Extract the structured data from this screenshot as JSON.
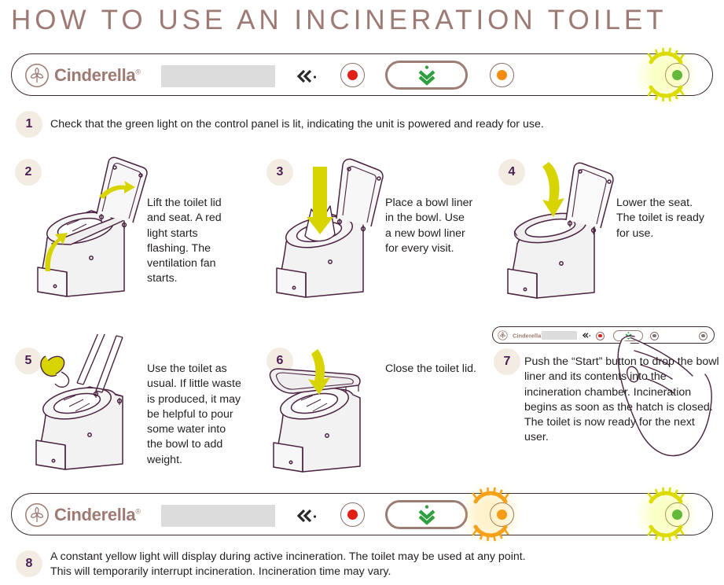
{
  "title": "HOW TO USE AN INCINERATION TOILET",
  "brand": {
    "name": "Cinderella",
    "registered": "®",
    "logo_icon": "leaf-circle-logo-icon"
  },
  "colors": {
    "title": "#9d7b74",
    "brand_text": "#9d7b74",
    "panel_border": "#3b2a2a",
    "display_fill": "#dcdcdc",
    "led_ring": "#8a6f68",
    "led_red": "#e01f15",
    "led_orange": "#f28c0f",
    "led_green": "#2e9e3e",
    "glow_yellow": "#dcdc00",
    "glow_orange": "#f5a11a",
    "badge_bg": "#f2ece2",
    "badge_text": "#4b1d52",
    "arrow_yellow": "#d8d400",
    "line_art": "#4b2340",
    "body_text": "#231f20",
    "start_chevron": "#2e9e3e"
  },
  "panel_top": {
    "name": "control-panel-top",
    "leds": [
      {
        "id": "red-indicator",
        "color": "#e01f15",
        "glow": false
      },
      {
        "id": "orange-indicator",
        "color": "#f28c0f",
        "glow": false
      },
      {
        "id": "green-indicator",
        "color": "#2e9e3e",
        "glow": true,
        "glow_color": "#dcdc00"
      }
    ],
    "start_button": {
      "id": "start-button",
      "icon": "double-chevron-down-icon"
    },
    "back_button": {
      "id": "back-button",
      "icon": "double-chevron-left-icon"
    },
    "display": {
      "id": "panel-display",
      "value": ""
    }
  },
  "panel_bottom": {
    "name": "control-panel-bottom",
    "leds": [
      {
        "id": "red-indicator",
        "color": "#e01f15",
        "glow": false
      },
      {
        "id": "orange-indicator",
        "color": "#f28c0f",
        "glow": true,
        "glow_color": "#f5a11a"
      },
      {
        "id": "green-indicator",
        "color": "#2e9e3e",
        "glow": true,
        "glow_color": "#dcdc00"
      }
    ],
    "start_button": {
      "id": "start-button",
      "icon": "double-chevron-down-icon"
    },
    "back_button": {
      "id": "back-button",
      "icon": "double-chevron-left-icon"
    },
    "display": {
      "id": "panel-display",
      "value": ""
    }
  },
  "panel_mini": {
    "name": "control-panel-mini-step7",
    "leds": [
      "red-indicator",
      "orange-indicator",
      "green-indicator"
    ],
    "start_button": "start-button"
  },
  "steps": [
    {
      "number": "1",
      "text": "Check that the green light on the control panel is lit, indicating the unit is powered and ready for use.",
      "illustration": "none"
    },
    {
      "number": "2",
      "text": "Lift the toilet lid and seat. A red light starts flashing. The ventilation fan starts.",
      "illustration": "toilet-lid-and-seat-open-with-up-arrows"
    },
    {
      "number": "3",
      "text": "Place a bowl liner in the bowl. Use a new bowl liner for every visit.",
      "illustration": "toilet-with-bowl-liner-and-down-arrow"
    },
    {
      "number": "4",
      "text": "Lower the seat. The toilet is ready for use.",
      "illustration": "toilet-seat-lowering-with-down-arrow"
    },
    {
      "number": "5",
      "text": "Use the toilet as usual. If little waste is produced, it may be helpful to pour some water into the bowl to add weight.",
      "illustration": "toilet-with-water-jug-pouring"
    },
    {
      "number": "6",
      "text": "Close the toilet lid.",
      "illustration": "toilet-lid-closing-with-down-arrow"
    },
    {
      "number": "7",
      "text": "Push the “Start” button to drop the bowl liner and its contents into the incineration chamber. Incineration begins as soon as the hatch is closed. The toilet is now ready for the next user.",
      "illustration": "hand-pressing-start-button-on-panel"
    },
    {
      "number": "8",
      "text_line1": "A constant yellow light will display during active incineration. The toilet may be used at any point.",
      "text_line2": "This will temporarily interrupt incineration. Incineration time may vary.",
      "illustration": "none"
    }
  ]
}
